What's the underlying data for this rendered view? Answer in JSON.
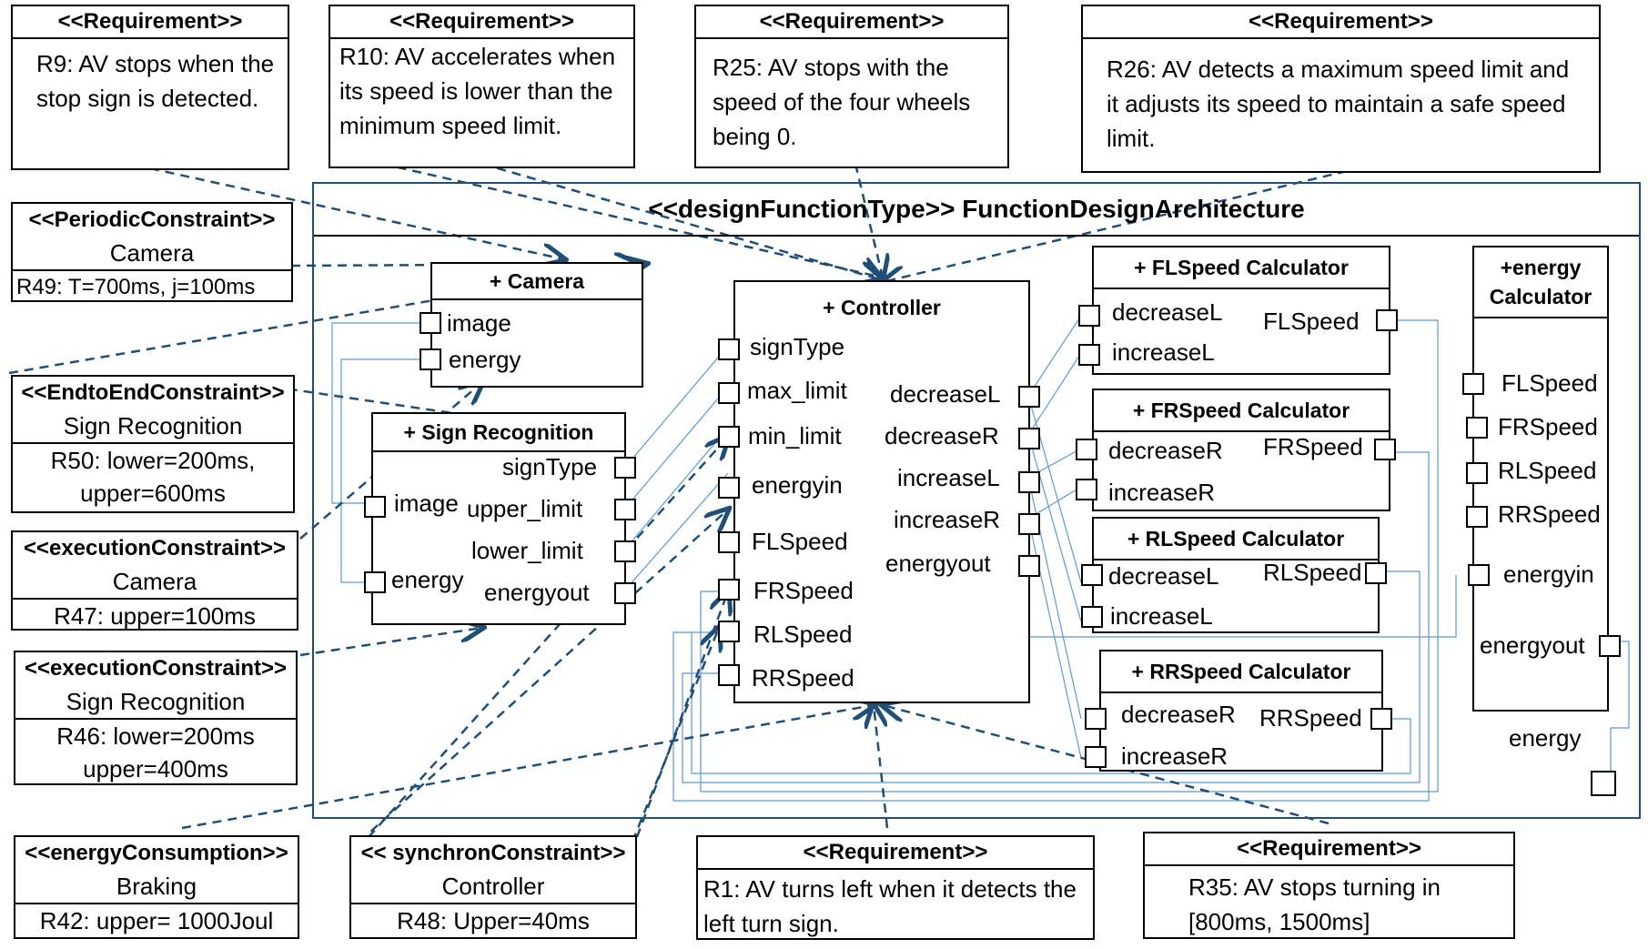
{
  "frame": {
    "title": "<<designFunctionType>> FunctionDesignArchitecture"
  },
  "notes": {
    "r9": {
      "stereo": "<<Requirement>>",
      "text": "R9: AV stops when the stop sign is detected."
    },
    "r10": {
      "stereo": "<<Requirement>>",
      "text": "R10: AV accelerates when its speed is lower than the minimum speed limit."
    },
    "r25": {
      "stereo": "<<Requirement>>",
      "text": "R25: AV stops with the speed of the four wheels being 0."
    },
    "r26": {
      "stereo": "<<Requirement>>",
      "text": "R26: AV detects a maximum speed limit and it adjusts its speed to maintain a safe speed limit."
    },
    "r1": {
      "stereo": "<<Requirement>>",
      "text": "R1: AV turns left  when it detects the left turn sign."
    },
    "r35": {
      "stereo": "<<Requirement>>",
      "text": "R35: AV stops turning  in [800ms, 1500ms]"
    },
    "periodic": {
      "stereo": "<<PeriodicConstraint>>",
      "target": "Camera",
      "value": "R49: T=700ms, j=100ms"
    },
    "endtoend": {
      "stereo": "<<EndtoEndConstraint>>",
      "target": "Sign Recognition",
      "value1": "R50: lower=200ms,",
      "value2": "upper=600ms"
    },
    "exec_cam": {
      "stereo": "<<executionConstraint>>",
      "target": "Camera",
      "value": "R47: upper=100ms"
    },
    "exec_sign": {
      "stereo": "<<executionConstraint>>",
      "target": "Sign Recognition",
      "value1": "R46: lower=200ms",
      "value2": "upper=400ms"
    },
    "energy": {
      "stereo": "<<energyConsumption>>",
      "target": "Braking",
      "value": "R42: upper= 1000Joul"
    },
    "synchron": {
      "stereo": "<< synchronConstraint>>",
      "target": "Controller",
      "value": "R48: Upper=40ms"
    }
  },
  "components": {
    "camera": {
      "name": "+ Camera",
      "ports": [
        "image",
        "energy"
      ]
    },
    "sign": {
      "name": "+ Sign Recognition",
      "ports_left": [
        "image",
        "energy"
      ],
      "ports_right": [
        "signType",
        "upper_limit",
        "lower_limit",
        "energyout"
      ]
    },
    "controller": {
      "name": "+ Controller",
      "ports_left": [
        "signType",
        "max_limit",
        "min_limit",
        "energyin",
        "FLSpeed",
        "FRSpeed",
        "RLSpeed",
        "RRSpeed"
      ],
      "ports_right": [
        "decreaseL",
        "decreaseR",
        "increaseL",
        "increaseR",
        "energyout"
      ]
    },
    "fl": {
      "name": "+ FLSpeed Calculator",
      "in": [
        "decreaseL",
        "increaseL"
      ],
      "out": "FLSpeed"
    },
    "fr": {
      "name": "+ FRSpeed Calculator",
      "in": [
        "decreaseR",
        "increaseR"
      ],
      "out": "FRSpeed"
    },
    "rl": {
      "name": "+ RLSpeed Calculator",
      "in": [
        "decreaseL",
        "increaseL"
      ],
      "out": "RLSpeed"
    },
    "rr": {
      "name": "+ RRSpeed Calculator",
      "in": [
        "decreaseR",
        "increaseR"
      ],
      "out": "RRSpeed"
    },
    "energy": {
      "name1": "+energy",
      "name2": "Calculator",
      "ports": [
        "FLSpeed",
        "FRSpeed",
        "RLSpeed",
        "RRSpeed",
        "energyin",
        "energyout"
      ]
    }
  },
  "frame_port": {
    "label": "energy"
  },
  "colors": {
    "frame": "#1f4e79",
    "dashed": "#1f4e79",
    "connector": "#5b9bd5"
  }
}
